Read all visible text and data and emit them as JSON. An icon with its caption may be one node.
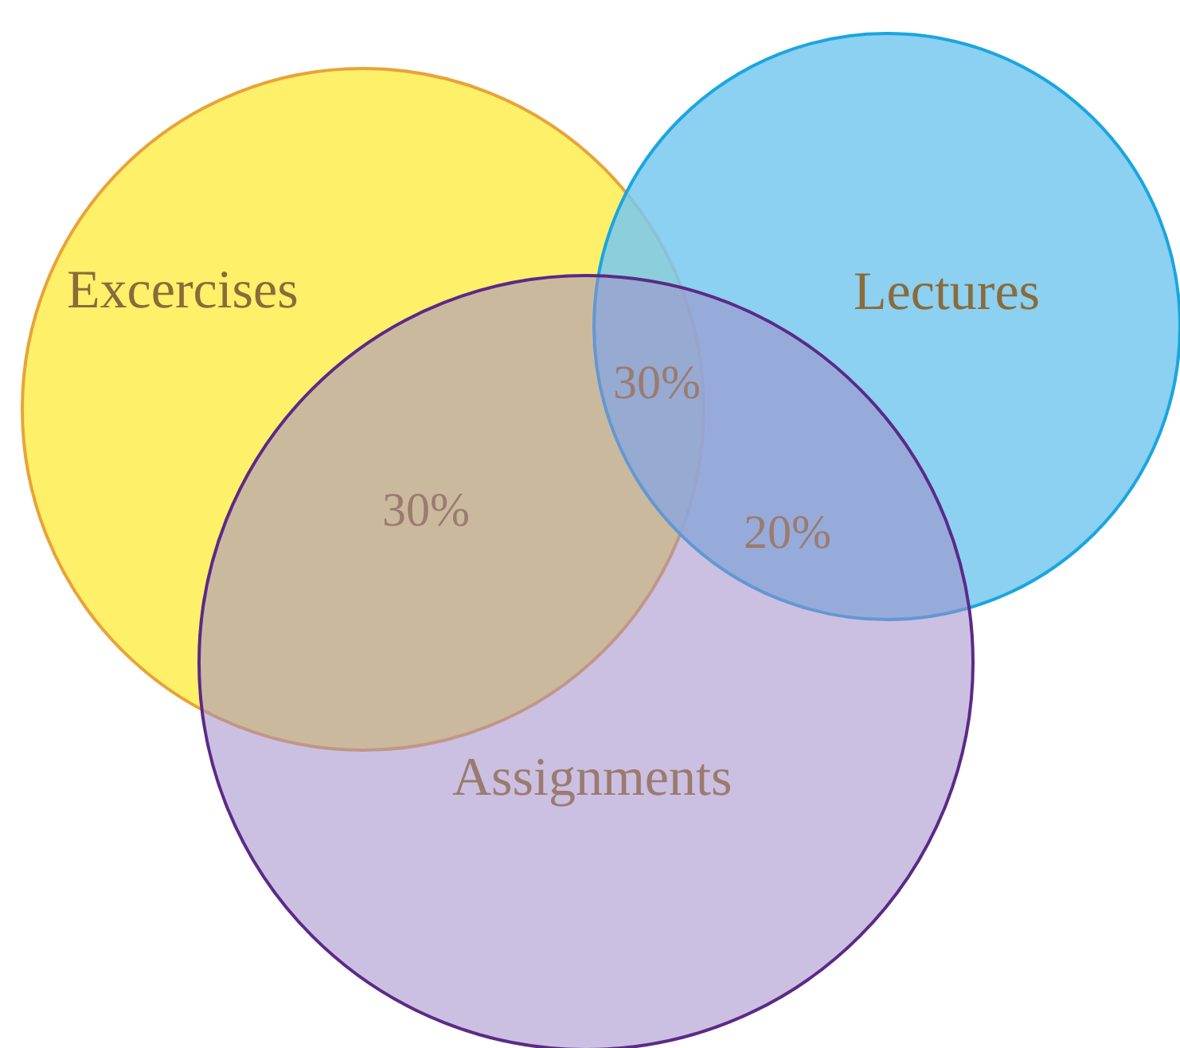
{
  "diagram": {
    "nodes": [
      {
        "text": [
          "Excercises"
        ]
      },
      {
        "text": [
          "Lectures"
        ]
      },
      {
        "text": [
          "Assignments"
        ]
      }
    ],
    "labels": [
      "30%",
      "30%",
      "20%"
    ]
  }
}
